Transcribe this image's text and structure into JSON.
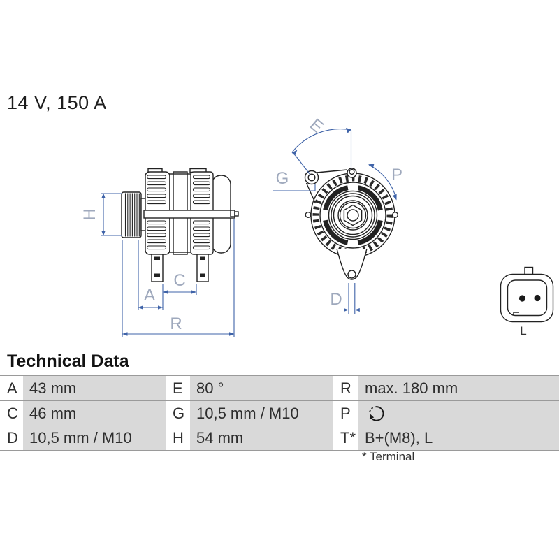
{
  "header": {
    "rating": "14 V, 150 A"
  },
  "drawing": {
    "dim_labels": {
      "H": "H",
      "A": "A",
      "C": "C",
      "R": "R",
      "E": "E",
      "G": "G",
      "P": "P",
      "D": "D"
    },
    "connector_label": "L",
    "colors": {
      "dimension_line": "#3f63a8",
      "dimension_label": "#9fa9bd",
      "line_art": "#222222",
      "table_value_bg": "#d9d9d9",
      "table_divider": "#9a9a9a"
    }
  },
  "technical_data": {
    "title": "Technical Data",
    "footnote": "* Terminal",
    "rows": [
      {
        "cells": [
          {
            "key": "A",
            "value": "43 mm"
          },
          {
            "key": "E",
            "value": "80 °"
          },
          {
            "key": "R",
            "value": "max. 180 mm"
          }
        ]
      },
      {
        "cells": [
          {
            "key": "C",
            "value": "46 mm"
          },
          {
            "key": "G",
            "value": "10,5 mm / M10"
          },
          {
            "key": "P",
            "value": "",
            "icon": "rotation-direction-icon"
          }
        ]
      },
      {
        "cells": [
          {
            "key": "D",
            "value": "10,5 mm / M10"
          },
          {
            "key": "H",
            "value": "54 mm"
          },
          {
            "key": "T*",
            "value": "B+(M8), L"
          }
        ]
      }
    ]
  }
}
